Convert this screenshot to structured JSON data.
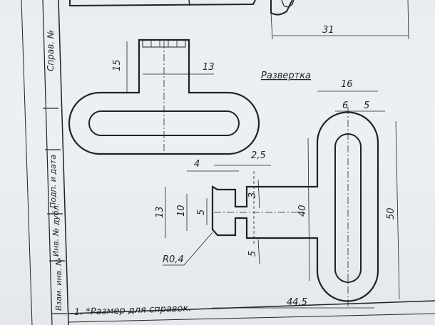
{
  "side_labels": {
    "sprav_no": "Справ. №",
    "sign_date": "Подп. и дата",
    "inv_dubl": "Инв. № дубл.",
    "vzam_inv": "Взам. инв. №"
  },
  "section_title": "Развертка",
  "note": "1. *Размер для справок.",
  "dimensions": {
    "top_width": "31",
    "tab_height": "15",
    "tab_width": "13",
    "overall_width": "16",
    "slot_width": "6",
    "right_offset": "5",
    "gap": "2,5",
    "step": "4",
    "step_height": "3",
    "notch_outer": "13",
    "notch_mid": "10",
    "notch_inner": "5",
    "lower_offset": "5",
    "neck_height": "40",
    "total_height": "50",
    "total_length": "44,5",
    "fillet_radius": "R0,4"
  }
}
